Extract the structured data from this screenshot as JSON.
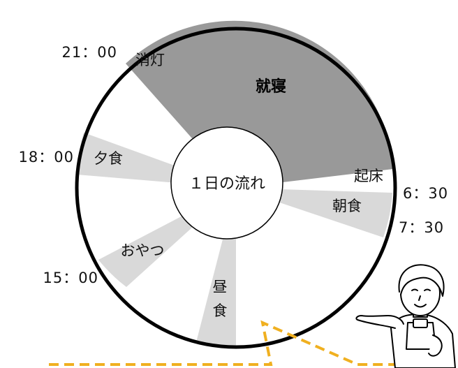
{
  "diagram": {
    "center_title": "１日の流れ",
    "segments": {
      "sleep": "就寝",
      "lights_out": "消灯",
      "wake_up": "起床",
      "breakfast": "朝食",
      "lunch_top": "昼",
      "lunch_bottom": "食",
      "snack": "おやつ",
      "dinner": "夕食"
    },
    "times": {
      "t2100": "21：00",
      "t1800": "18：00",
      "t1500": "15：00",
      "t0630": "6：30",
      "t0730": "7：30"
    },
    "colors": {
      "sleep_fill": "#999999",
      "meal_fill": "#d9d9d9",
      "dash_accent": "#f0b020",
      "outline": "#000000"
    }
  }
}
